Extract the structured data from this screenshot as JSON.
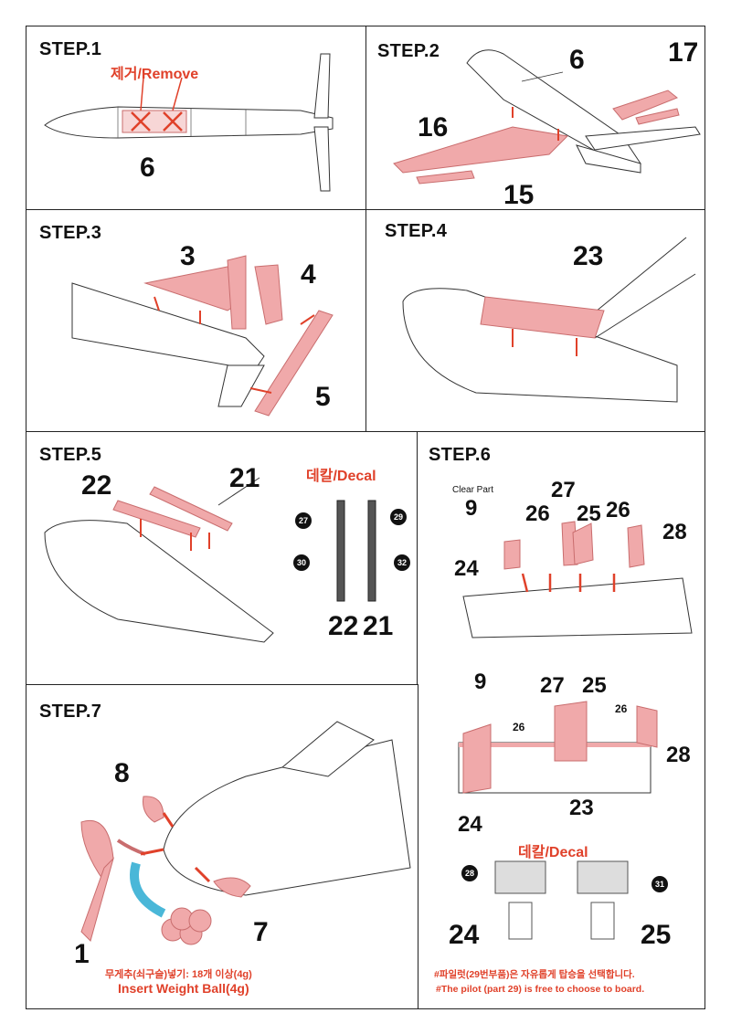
{
  "steps": {
    "s1": {
      "title": "STEP.1",
      "remove_label": "제거/Remove",
      "parts": [
        "6"
      ]
    },
    "s2": {
      "title": "STEP.2",
      "parts": [
        "6",
        "17",
        "16",
        "15"
      ]
    },
    "s3": {
      "title": "STEP.3",
      "parts": [
        "3",
        "4",
        "5"
      ]
    },
    "s4": {
      "title": "STEP.4",
      "parts": [
        "23"
      ]
    },
    "s5": {
      "title": "STEP.5",
      "decal_label": "데칼/Decal",
      "parts": [
        "22",
        "21"
      ],
      "decals": [
        "27",
        "29",
        "30",
        "32"
      ],
      "decal_parts": [
        "22",
        "21"
      ]
    },
    "s6": {
      "title": "STEP.6",
      "clear_part": "Clear Part",
      "parts_top": [
        "9",
        "26",
        "27",
        "25",
        "26",
        "28",
        "24"
      ],
      "parts_bottom": [
        "9",
        "27",
        "25",
        "26",
        "26",
        "28",
        "24",
        "23"
      ],
      "decal_label": "데칼/Decal",
      "decals": [
        "28",
        "31"
      ],
      "decal_parts": [
        "24",
        "25"
      ],
      "note_ko": "#파일럿(29번부품)은 자유롭게 탑승을 선택합니다.",
      "note_en": "#The pilot (part 29) is free to choose to board."
    },
    "s7": {
      "title": "STEP.7",
      "parts": [
        "8",
        "1",
        "7"
      ],
      "weight_ko": "무게추(쇠구슬)넣기: 18개 이상(4g)",
      "weight_en": "Insert Weight Ball(4g)"
    }
  },
  "colors": {
    "part_fill": "#f0a9aa",
    "part_stroke": "#c96d6e",
    "arrow": "#e0412a",
    "blue_arrow": "#4ab7d8"
  }
}
